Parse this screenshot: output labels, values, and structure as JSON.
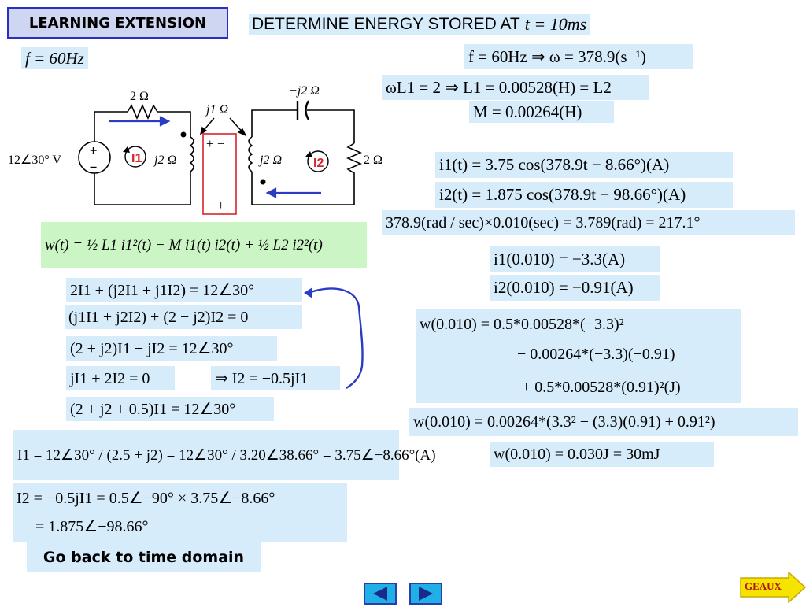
{
  "title": "LEARNING EXTENSION",
  "heading": {
    "text": "DETERMINE ENERGY  STORED  AT",
    "time": "t = 10ms"
  },
  "circuit": {
    "source": "12∠30° V",
    "r1": "2 Ω",
    "coupling": "j1 Ω",
    "l1": "j2 Ω",
    "cap": "−j2 Ω",
    "l2": "j2 Ω",
    "r2": "2 Ω",
    "i1": "I1",
    "i2": "I2",
    "pm_top": "+ −",
    "pm_bottom": "− +",
    "plus": "+",
    "minus": "−"
  },
  "left_eqs": {
    "freq": "f = 60Hz",
    "energy": "w(t) = ½ L1 i1²(t) − M i1(t) i2(t) + ½ L2 i2²(t)",
    "mesh1": "2I1 + (j2I1 + j1I2) = 12∠30°",
    "mesh2": "(j1I1 + j2I2) + (2 − j2)I2 = 0",
    "sys1": "(2 + j2)I1 + jI2 = 12∠30°",
    "sys2": "jI1 + 2I2 = 0",
    "sys2b": "⇒ I2 = −0.5jI1",
    "sub": "(2 + j2 + 0.5)I1 = 12∠30°",
    "i1_solve": "I1 = 12∠30° / (2.5 + j2) = 12∠30° / 3.20∠38.66° = 3.75∠−8.66°(A)",
    "i2_solve_a": "I2 = −0.5jI1 = 0.5∠−90° × 3.75∠−8.66°",
    "i2_solve_b": "= 1.875∠−98.66°"
  },
  "right_eqs": {
    "omega": "f = 60Hz ⇒ ω = 378.9(s⁻¹)",
    "l1": "ωL1 = 2 ⇒ L1 = 0.00528(H) = L2",
    "m": "M = 0.00264(H)",
    "i1t": "i1(t) = 3.75 cos(378.9t − 8.66°)(A)",
    "i2t": "i2(t) = 1.875 cos(378.9t − 98.66°)(A)",
    "angle": "378.9(rad / sec)×0.010(sec) = 3.789(rad) = 217.1°",
    "i1v": "i1(0.010) = −3.3(A)",
    "i2v": "i2(0.010) = −0.91(A)",
    "w1": "w(0.010) = 0.5*0.00528*(−3.3)²",
    "w2": "− 0.00264*(−3.3)(−0.91)",
    "w3": "+ 0.5*0.00528*(0.91)²(J)",
    "w4": "w(0.010) = 0.00264*(3.3² − (3.3)(0.91) + 0.91²)",
    "w5": "w(0.010) = 0.030J = 30mJ"
  },
  "back_label": "Go back to time domain",
  "geaux_label": "GEAUX",
  "colors": {
    "box": "#d6ecfb",
    "green": "#ccf5c6",
    "title_bg": "#cfd6f2",
    "arrow": "#2b3cc4",
    "red": "#d9232a"
  }
}
